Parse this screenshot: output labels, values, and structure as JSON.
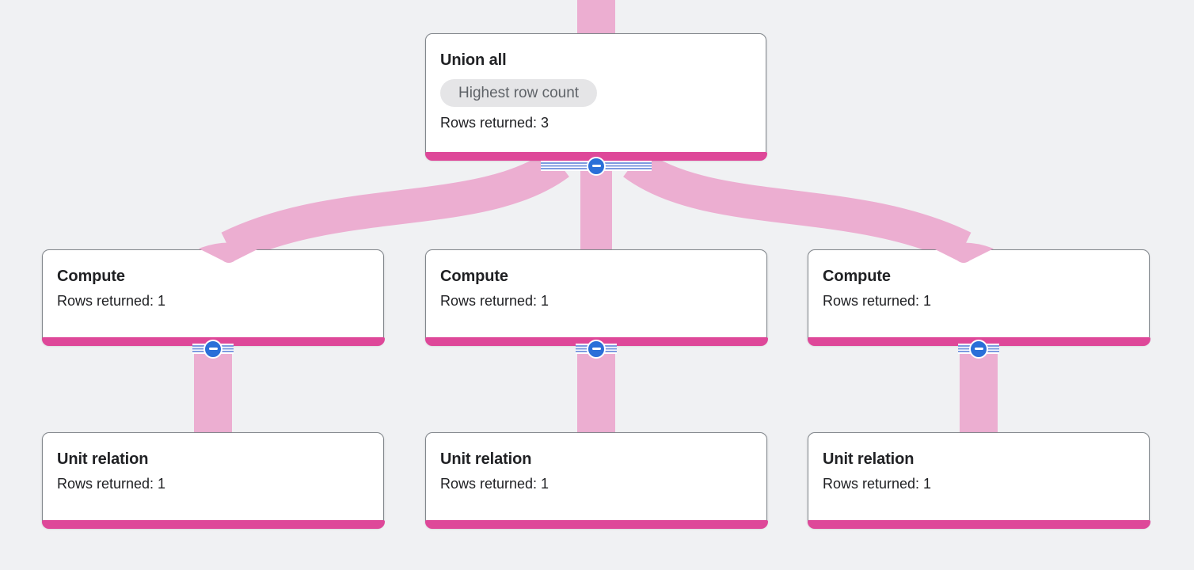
{
  "app": {
    "view_name": "query-execution-graph"
  },
  "colors": {
    "background": "#f0f1f3",
    "edge_pink": "#ecaed1",
    "node_bar_pink": "#de4899",
    "node_border": "#82878c",
    "node_bg": "#ffffff",
    "title_text": "#202124",
    "body_text": "#202124",
    "badge_bg": "#e5e5e7",
    "badge_text": "#5f6368",
    "button_blue": "#2a6fd8",
    "stripe_blue": "#7d9be0"
  },
  "nodes": [
    {
      "id": "union-all",
      "title": "Union all",
      "badge": "Highest row count",
      "rows": "Rows returned: 3",
      "has_collapse_button": true
    },
    {
      "id": "compute-1",
      "title": "Compute",
      "rows": "Rows returned: 1",
      "has_collapse_button": true
    },
    {
      "id": "compute-2",
      "title": "Compute",
      "rows": "Rows returned: 1",
      "has_collapse_button": true
    },
    {
      "id": "compute-3",
      "title": "Compute",
      "rows": "Rows returned: 1",
      "has_collapse_button": true
    },
    {
      "id": "unit-relation-1",
      "title": "Unit relation",
      "rows": "Rows returned: 1",
      "has_collapse_button": false
    },
    {
      "id": "unit-relation-2",
      "title": "Unit relation",
      "rows": "Rows returned: 1",
      "has_collapse_button": false
    },
    {
      "id": "unit-relation-3",
      "title": "Unit relation",
      "rows": "Rows returned: 1",
      "has_collapse_button": false
    }
  ],
  "edges": [
    {
      "from": "offscreen-parent",
      "to": "union-all"
    },
    {
      "from": "union-all",
      "to": "compute-1"
    },
    {
      "from": "union-all",
      "to": "compute-2"
    },
    {
      "from": "union-all",
      "to": "compute-3"
    },
    {
      "from": "compute-1",
      "to": "unit-relation-1"
    },
    {
      "from": "compute-2",
      "to": "unit-relation-2"
    },
    {
      "from": "compute-3",
      "to": "unit-relation-3"
    }
  ],
  "collapse_button": {
    "icon": "minus",
    "state": "expanded"
  }
}
